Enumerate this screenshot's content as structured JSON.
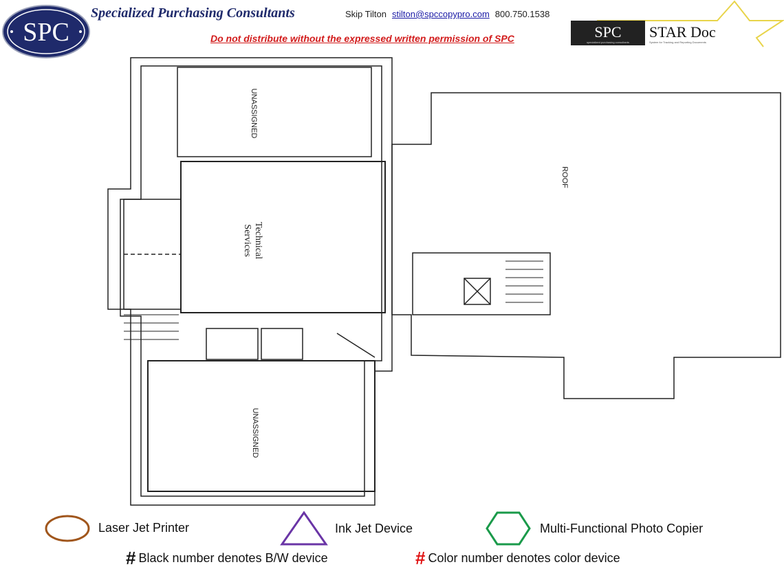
{
  "header": {
    "logo_text": "SPC",
    "company": "Specialized Purchasing Consultants",
    "contact_name": "Skip Tilton",
    "contact_email": "stilton@spccopypro.com",
    "contact_phone": "800.750.1538",
    "warning": "Do not distribute without the expressed written permission of SPC",
    "star_logo_left": "SPC",
    "star_logo_right": "STAR Doc",
    "star_logo_sub": "specialized purchasing consultants",
    "star_logo_sub2": "System for Tracking and Reporting Documents"
  },
  "plan": {
    "rooms": {
      "upper": "UNASSIGNED",
      "tech_line1": "Technical",
      "tech_line2": "Services",
      "lower": "UNASSIGNED",
      "roof": "ROOF"
    }
  },
  "legend": {
    "laser": "Laser Jet Printer",
    "inkjet": "Ink Jet Device",
    "mfp": "Multi-Functional Photo Copier",
    "hash": "#",
    "bw": "Black number denotes B/W device",
    "color": "Color number denotes color device"
  },
  "colors": {
    "laser": "#a0561c",
    "inkjet": "#6a35a6",
    "mfp": "#1a9a4a",
    "color_hash": "#e01010",
    "navy": "#1f2a6b"
  }
}
